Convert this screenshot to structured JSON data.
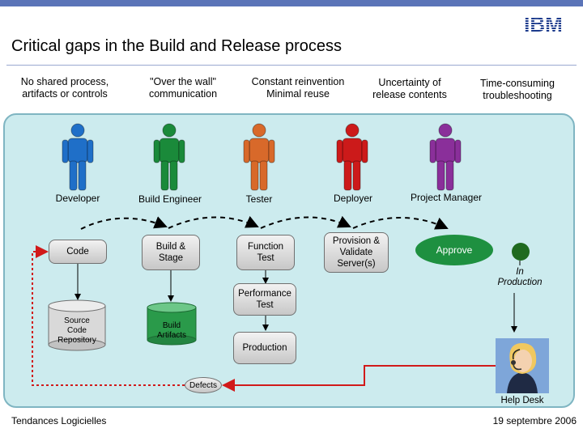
{
  "header": {
    "title": "Critical gaps in the Build and Release process",
    "logo_text": "IBM"
  },
  "gaps": [
    {
      "line1": "No shared process,",
      "line2": "artifacts or controls"
    },
    {
      "line1": "\"Over the wall\"",
      "line2": "communication"
    },
    {
      "line1": "Constant reinvention",
      "line2": "Minimal reuse"
    },
    {
      "line1": "Uncertainty of",
      "line2": "release contents"
    },
    {
      "line1": "Time-consuming",
      "line2": "troubleshooting"
    }
  ],
  "roles": [
    {
      "label": "Developer",
      "color": "#1f6fc8"
    },
    {
      "label": "Build Engineer",
      "color": "#1a8a3a"
    },
    {
      "label": "Tester",
      "color": "#d8692a"
    },
    {
      "label": "Deployer",
      "color": "#cc1a1a"
    },
    {
      "label": "Project Manager",
      "color": "#8a2f9a"
    }
  ],
  "steps": {
    "code": "Code",
    "build_stage": [
      "Build &",
      "Stage"
    ],
    "function_test": [
      "Function",
      "Test"
    ],
    "provision": [
      "Provision &",
      "Validate",
      "Server(s)"
    ],
    "approve": "Approve",
    "performance_test": [
      "Performance",
      "Test"
    ],
    "production": "Production",
    "defects": "Defects"
  },
  "stores": {
    "source_repo": [
      "Source",
      "Code",
      "Repository"
    ],
    "build_artifacts": [
      "Build",
      "Artifacts"
    ]
  },
  "status": {
    "in_production": [
      "In",
      "Production"
    ],
    "help_desk": "Help Desk"
  },
  "footer": {
    "left": "Tendances Logicielles",
    "right": "19 septembre 2006"
  }
}
